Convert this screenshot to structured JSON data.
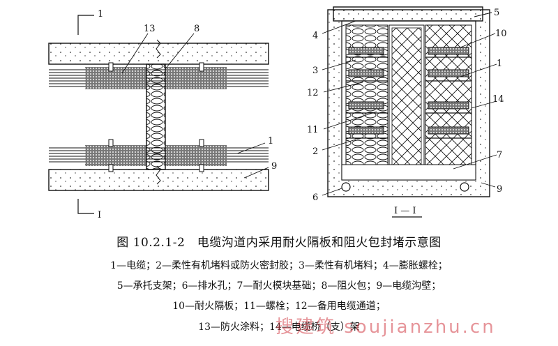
{
  "figure": {
    "left_view": {
      "section_marks": [
        "1",
        "I"
      ],
      "callouts": [
        "13",
        "8",
        "1",
        "9"
      ]
    },
    "right_view": {
      "callouts_left": [
        "4",
        "3",
        "12",
        "11",
        "2",
        "6"
      ],
      "callouts_right": [
        "5",
        "10",
        "1",
        "14",
        "7",
        "9"
      ],
      "section_title": "I — I"
    }
  },
  "caption": "图 10.2.1-2　电缆沟道内采用耐火隔板和阻火包封堵示意图",
  "legend_lines": [
    "1—电缆；2—柔性有机堵料或防火密封胶；3—柔性有机堵料；4—膨胀螺栓；",
    "5—承托支架；6—排水孔；7—耐火模块基础；8—阻火包；9—电缆沟壁；",
    "10—耐火隔板；11—螺栓；12—备用电缆通道；",
    "13—防火涂料；14—电缆桥（支）架"
  ],
  "watermark": "搜建筑 soujianzhu.cn"
}
